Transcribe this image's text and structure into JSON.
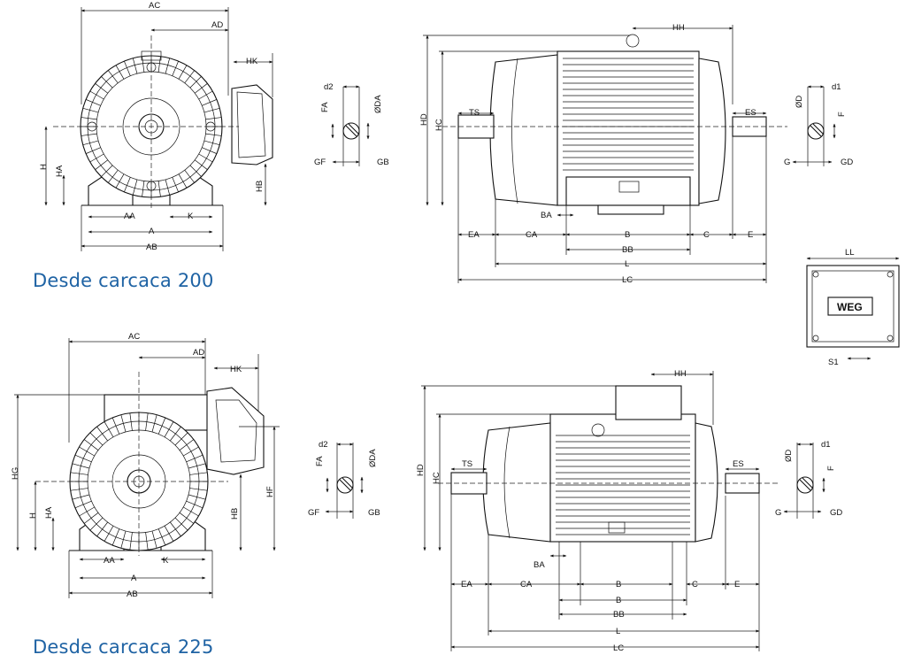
{
  "captions": {
    "top": "Desde carcaca 200",
    "bottom": "Desde carcaca 225"
  },
  "front_top": {
    "ac": "AC",
    "ad": "AD",
    "hk": "HK",
    "h": "H",
    "ha": "HA",
    "hb": "HB",
    "aa": "AA",
    "k": "K",
    "a": "A",
    "ab": "AB"
  },
  "shaft_front_top": {
    "d2": "d2",
    "fa": "FA",
    "da": "ØDA",
    "gf": "GF",
    "gb": "GB"
  },
  "side_top": {
    "hh": "HH",
    "hd": "HD",
    "hc": "HC",
    "ts": "TS",
    "es": "ES",
    "ba": "BA",
    "ea": "EA",
    "ca": "CA",
    "b": "B",
    "c": "C",
    "e": "E",
    "bb": "BB",
    "l": "L",
    "lc": "LC"
  },
  "shaft_side_top": {
    "d": "ØD",
    "d1": "d1",
    "f": "F",
    "g": "G",
    "gd": "GD"
  },
  "terminal_box": {
    "ll": "LL",
    "s1": "S1",
    "logo": "WEG"
  },
  "front_bottom": {
    "ac": "AC",
    "ad": "AD",
    "hk": "HK",
    "hg": "HG",
    "h": "H",
    "ha": "HA",
    "hb": "HB",
    "hf": "HF",
    "aa": "AA",
    "k": "K",
    "a": "A",
    "ab": "AB"
  },
  "shaft_front_bottom": {
    "d2": "d2",
    "fa": "FA",
    "da": "ØDA",
    "gf": "GF",
    "gb": "GB"
  },
  "side_bottom": {
    "hh": "HH",
    "hd": "HD",
    "hc": "HC",
    "ts": "TS",
    "es": "ES",
    "ba": "BA",
    "ea": "EA",
    "ca": "CA",
    "b1": "B",
    "b2": "B",
    "c": "C",
    "e": "E",
    "bb": "BB",
    "l": "L",
    "lc": "LC"
  },
  "shaft_side_bottom": {
    "d": "ØD",
    "d1": "d1",
    "f": "F",
    "g": "G",
    "gd": "GD"
  }
}
